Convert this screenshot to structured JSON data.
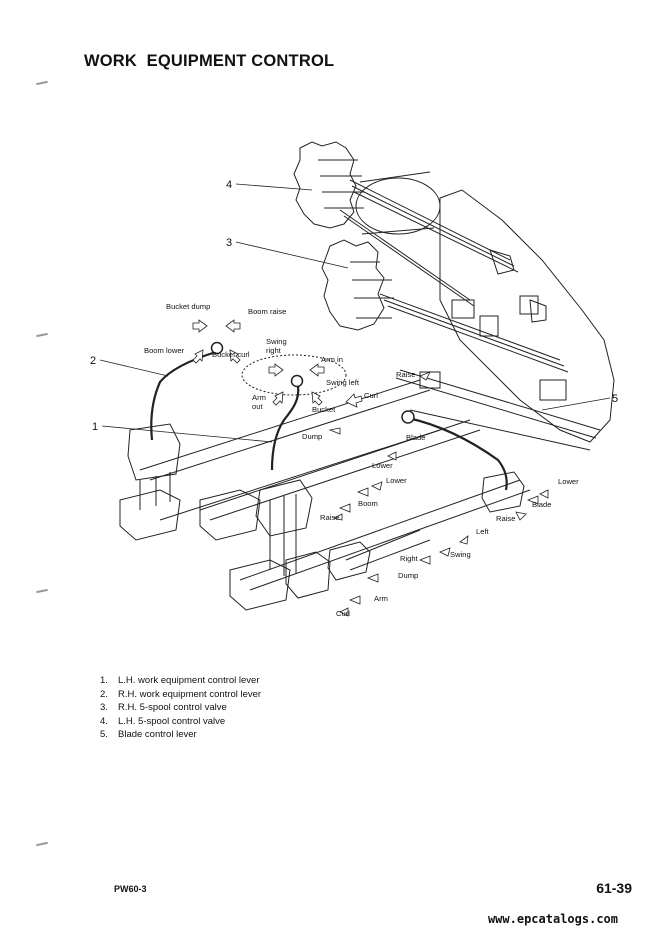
{
  "page": {
    "title": "WORK  EQUIPMENT CONTROL",
    "model": "PW60-3",
    "page_number": "61-39",
    "site": "www.epcatalogs.com"
  },
  "callouts": [
    "4",
    "3",
    "2",
    "1",
    "5"
  ],
  "labels": {
    "bucket_dump": "Bucket dump",
    "boom_raise": "Boom raise",
    "boom_lower": "Boom lower",
    "bucket_curl": "Bucket curl",
    "swing_right_1": "Swing",
    "swing_right_2": "right",
    "arm_in": "Arm in",
    "swing_left": "Swing left",
    "arm_out_1": "Arm",
    "arm_out_2": "out",
    "bucket": "Bucket",
    "curl_top": "Curl",
    "dump_top": "Dump",
    "raise_top": "Raise",
    "blade": "Blade",
    "lower_top": "Lower",
    "lower_mid": "Lower",
    "boom": "Boom",
    "raise_mid": "Raise",
    "lower_right": "Lower",
    "blade_right": "Blade",
    "raise_right": "Raise",
    "left": "Left",
    "swing": "Swing",
    "right": "Right",
    "dump_bottom": "Dump",
    "arm": "Arm",
    "curl_bottom": "Curl"
  },
  "legend": [
    {
      "num": "1.",
      "text": "L.H. work equipment control lever"
    },
    {
      "num": "2.",
      "text": "R.H. work equipment control lever"
    },
    {
      "num": "3.",
      "text": "R.H. 5-spool control valve"
    },
    {
      "num": "4.",
      "text": "L.H. 5-spool control valve"
    },
    {
      "num": "5.",
      "text": "Blade control lever"
    }
  ]
}
